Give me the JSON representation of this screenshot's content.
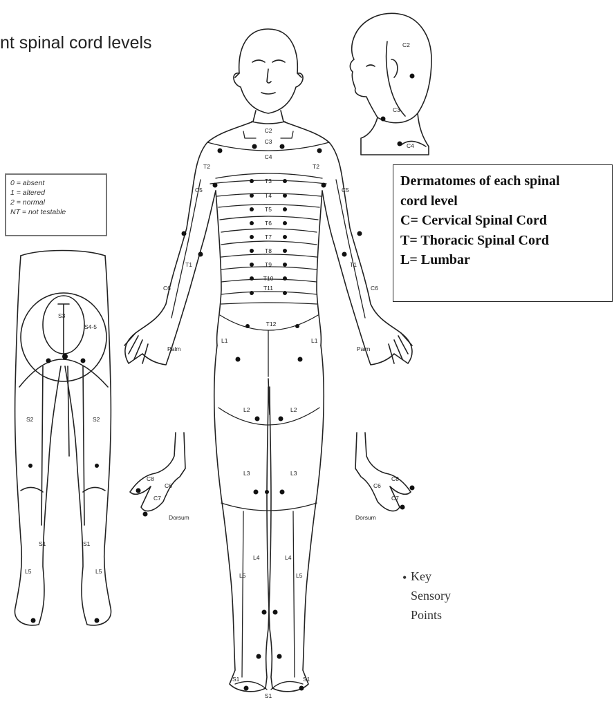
{
  "title": "nt spinal cord levels",
  "legend": [
    "0 = absent",
    "1 = altered",
    "2 = normal",
    "NT = not testable"
  ],
  "info_box": [
    "Dermatomes of each spinal",
    "cord level",
    "C= Cervical Spinal Cord",
    "T= Thoracic Spinal Cord",
    "L= Lumbar"
  ],
  "key": [
    "Key",
    "Sensory",
    "Points"
  ],
  "labels": {
    "c2": "C2",
    "c3": "C3",
    "c4": "C4",
    "c5": "C5",
    "c6": "C6",
    "c7": "C7",
    "c8": "C8",
    "t1": "T1",
    "t2": "T2",
    "t3": "T3",
    "t4": "T4",
    "t5": "T5",
    "t6": "T6",
    "t7": "T7",
    "t8": "T8",
    "t9": "T9",
    "t10": "T10",
    "t11": "T11",
    "t12": "T12",
    "l1": "L1",
    "l2": "L2",
    "l3": "L3",
    "l4": "L4",
    "l5": "L5",
    "s1": "S1",
    "s2": "S2",
    "s3": "S3",
    "s45": "S4-5",
    "palm": "Palm",
    "dorsum": "Dorsum"
  }
}
